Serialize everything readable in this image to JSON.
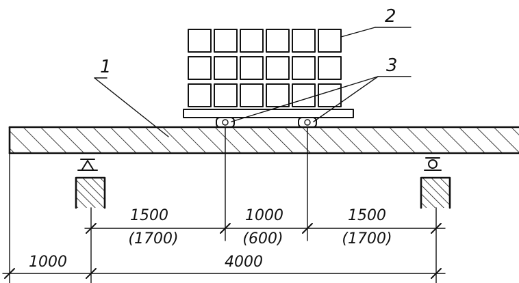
{
  "labels": {
    "beam": "1",
    "load": "2",
    "wheels": "3"
  },
  "dimensions": {
    "left_overhang": "1000",
    "span_total": "4000",
    "seg_left": "1500",
    "seg_left_alt": "(1700)",
    "seg_mid": "1000",
    "seg_mid_alt": "(600)",
    "seg_right": "1500",
    "seg_right_alt": "(1700)"
  },
  "load_grid": {
    "rows": 3,
    "cols": 6
  }
}
